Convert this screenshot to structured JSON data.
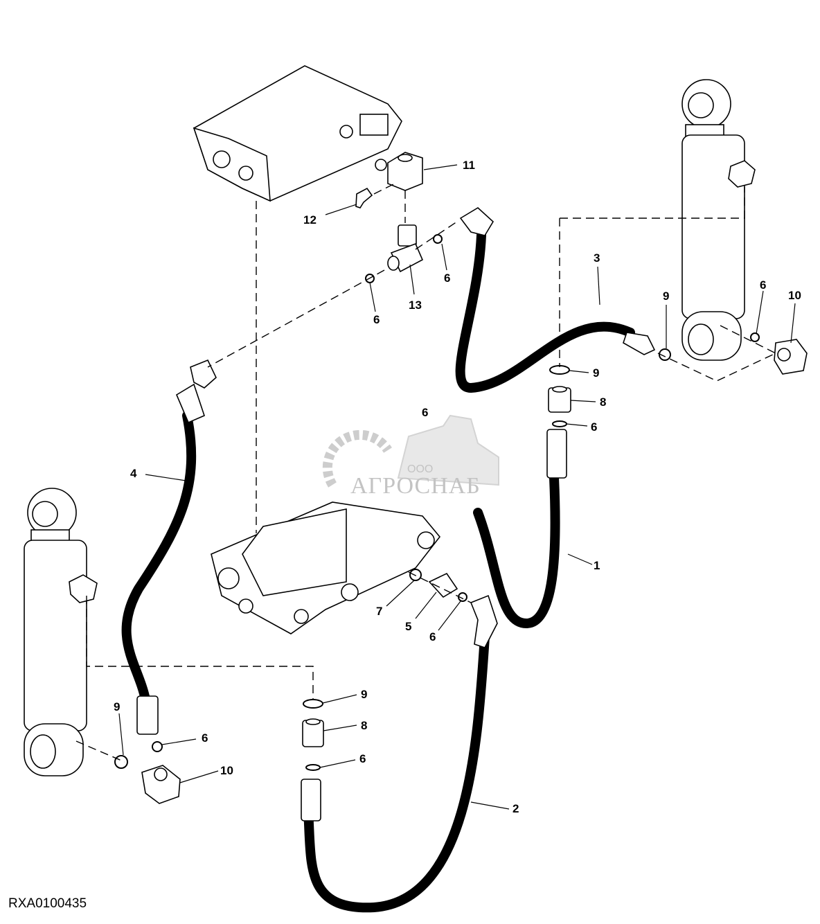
{
  "figure": {
    "id_label": "RXA0100435",
    "watermark": {
      "company_prefix": "ООО",
      "company_name": "АГРОСНАБ"
    }
  },
  "callouts": [
    {
      "id": "c11",
      "label": "11"
    },
    {
      "id": "c12",
      "label": "12"
    },
    {
      "id": "c6a",
      "label": "6"
    },
    {
      "id": "c13",
      "label": "13"
    },
    {
      "id": "c6b",
      "label": "6"
    },
    {
      "id": "c3",
      "label": "3"
    },
    {
      "id": "c9a",
      "label": "9"
    },
    {
      "id": "c6c",
      "label": "6"
    },
    {
      "id": "c10a",
      "label": "10"
    },
    {
      "id": "c9b",
      "label": "9"
    },
    {
      "id": "c8a",
      "label": "8"
    },
    {
      "id": "c6d",
      "label": "6"
    },
    {
      "id": "c6e",
      "label": "6"
    },
    {
      "id": "c4",
      "label": "4"
    },
    {
      "id": "c1",
      "label": "1"
    },
    {
      "id": "c7",
      "label": "7"
    },
    {
      "id": "c5",
      "label": "5"
    },
    {
      "id": "c6f",
      "label": "6"
    },
    {
      "id": "c9c",
      "label": "9"
    },
    {
      "id": "c8b",
      "label": "8"
    },
    {
      "id": "c9d",
      "label": "9"
    },
    {
      "id": "c6g",
      "label": "6"
    },
    {
      "id": "c6h",
      "label": "6"
    },
    {
      "id": "c10b",
      "label": "10"
    },
    {
      "id": "c2",
      "label": "2"
    }
  ]
}
